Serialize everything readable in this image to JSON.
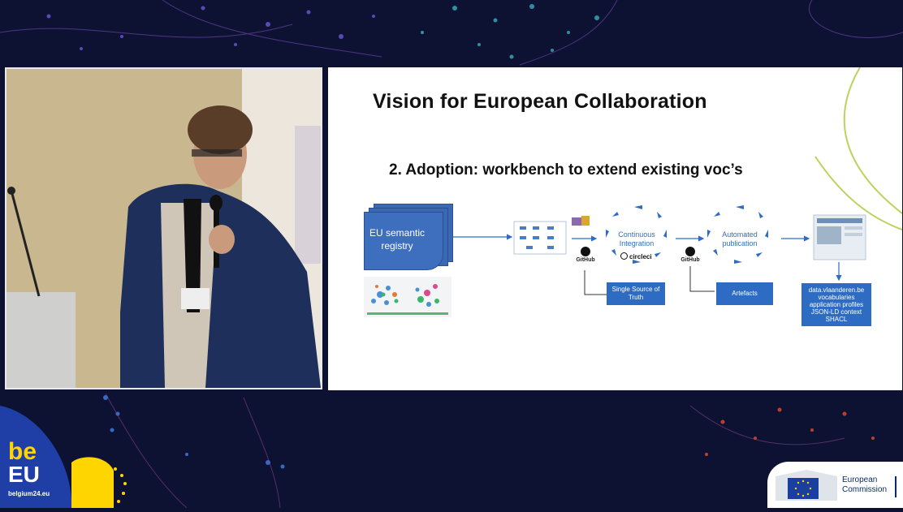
{
  "slide": {
    "title": "Vision for European Collaboration",
    "subtitle": "2. Adoption: workbench to extend existing voc’s",
    "registry_label": "EU semantic registry",
    "ci_label": "Continuous Integration",
    "circleci_label": "circleci",
    "publication_label": "Automated publication",
    "github_label_1": "GitHub",
    "github_label_2": "GitHub",
    "single_source_label": "Single Source of Truth",
    "artefacts_label": "Artefacts",
    "output_box_lines": [
      "data.vlaanderen.be",
      "vocabularies",
      "application profiles",
      "JSON-LD context",
      "SHACL"
    ]
  },
  "branding": {
    "event_logo_be": "be",
    "event_logo_eu": "EU",
    "event_url": "belgium24.eu",
    "ec_line1": "European",
    "ec_line2": "Commission"
  },
  "colors": {
    "background": "#0d1233",
    "slide_blue": "#2e6cc4",
    "logo_yellow": "#ffd500",
    "ec_navy": "#0b2a6b"
  }
}
